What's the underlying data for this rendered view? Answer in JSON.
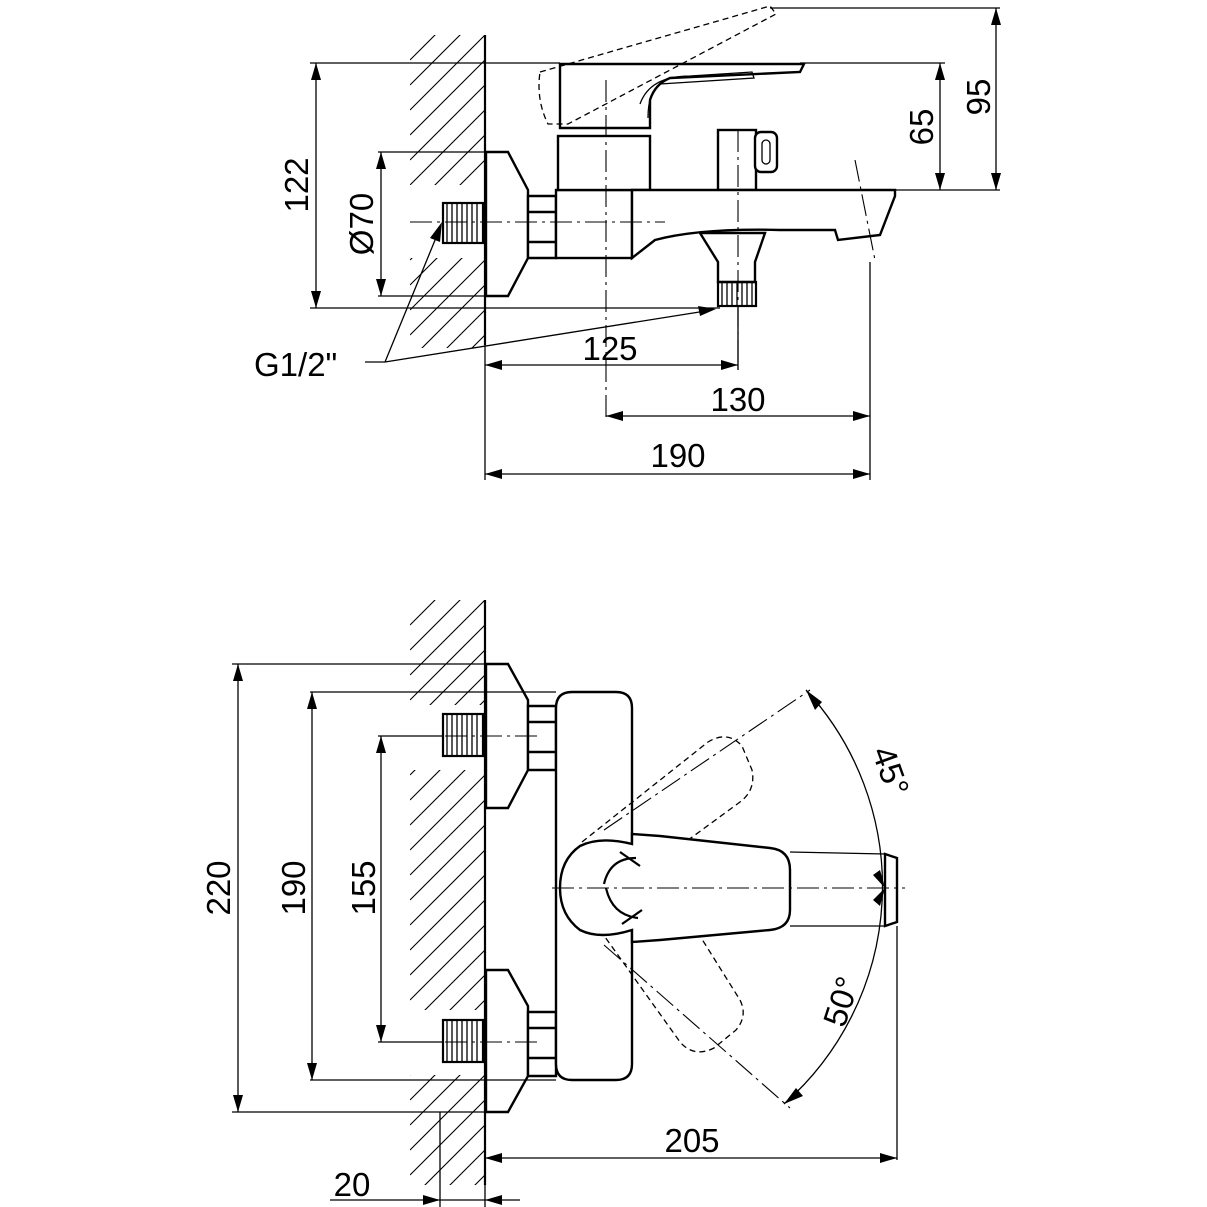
{
  "top_view": {
    "dimensions": {
      "height_total": "122",
      "flange_diameter": "Ø70",
      "thread": "G1/2\"",
      "outlet_distance": "125",
      "spout_from_center": "130",
      "spout_total": "190",
      "handle_height": "65",
      "overall_height": "95"
    }
  },
  "front_view": {
    "dimensions": {
      "overall_width": "220",
      "body_width": "190",
      "center_distance": "155",
      "projection": "205",
      "wall_offset": "20",
      "angle_upper": "45°",
      "angle_lower": "50°"
    }
  },
  "colors": {
    "stroke": "#000000",
    "background": "#ffffff"
  }
}
